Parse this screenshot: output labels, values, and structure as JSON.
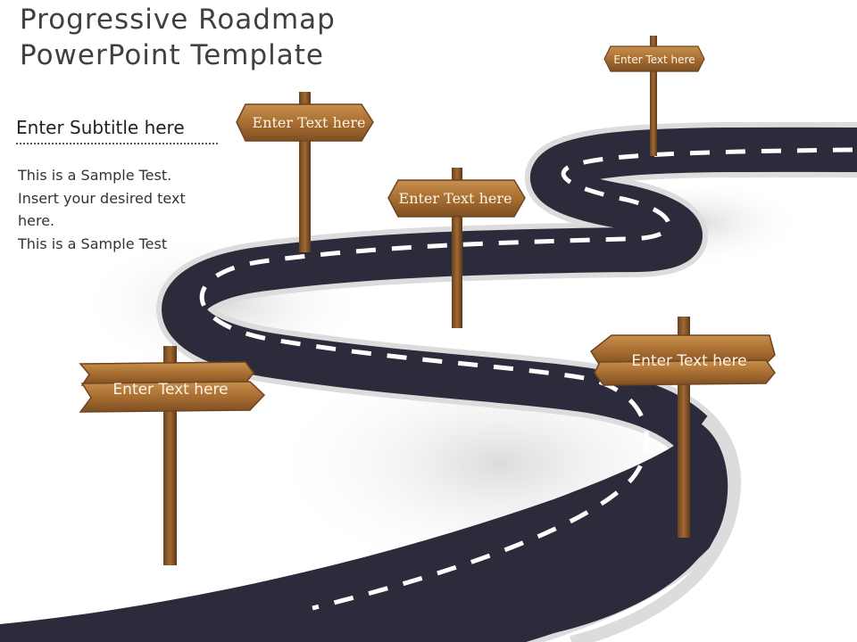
{
  "slide": {
    "title_lines": [
      "Progressive Roadmap",
      "PowerPoint Template"
    ],
    "subtitle": "Enter Subtitle here",
    "body_lines": [
      "This is a Sample Test.",
      "Insert your desired text",
      "here.",
      "This is a Sample Test"
    ]
  },
  "signs": [
    {
      "label": "Enter Text here",
      "direction": "right"
    },
    {
      "label": "Enter Text here",
      "direction": "both"
    },
    {
      "label": "Enter Text here",
      "direction": "both"
    },
    {
      "label": "Enter Text here",
      "direction": "both"
    },
    {
      "label": "Enter Text here",
      "direction": "both"
    }
  ],
  "colors": {
    "road": "#2b2b3b",
    "road_edge": "#dcdcdc",
    "lane_marking": "#ffffff",
    "wood": "#b0783a",
    "wood_dark": "#6e4520",
    "post": "#8a5a2b",
    "title_text": "#404040"
  }
}
